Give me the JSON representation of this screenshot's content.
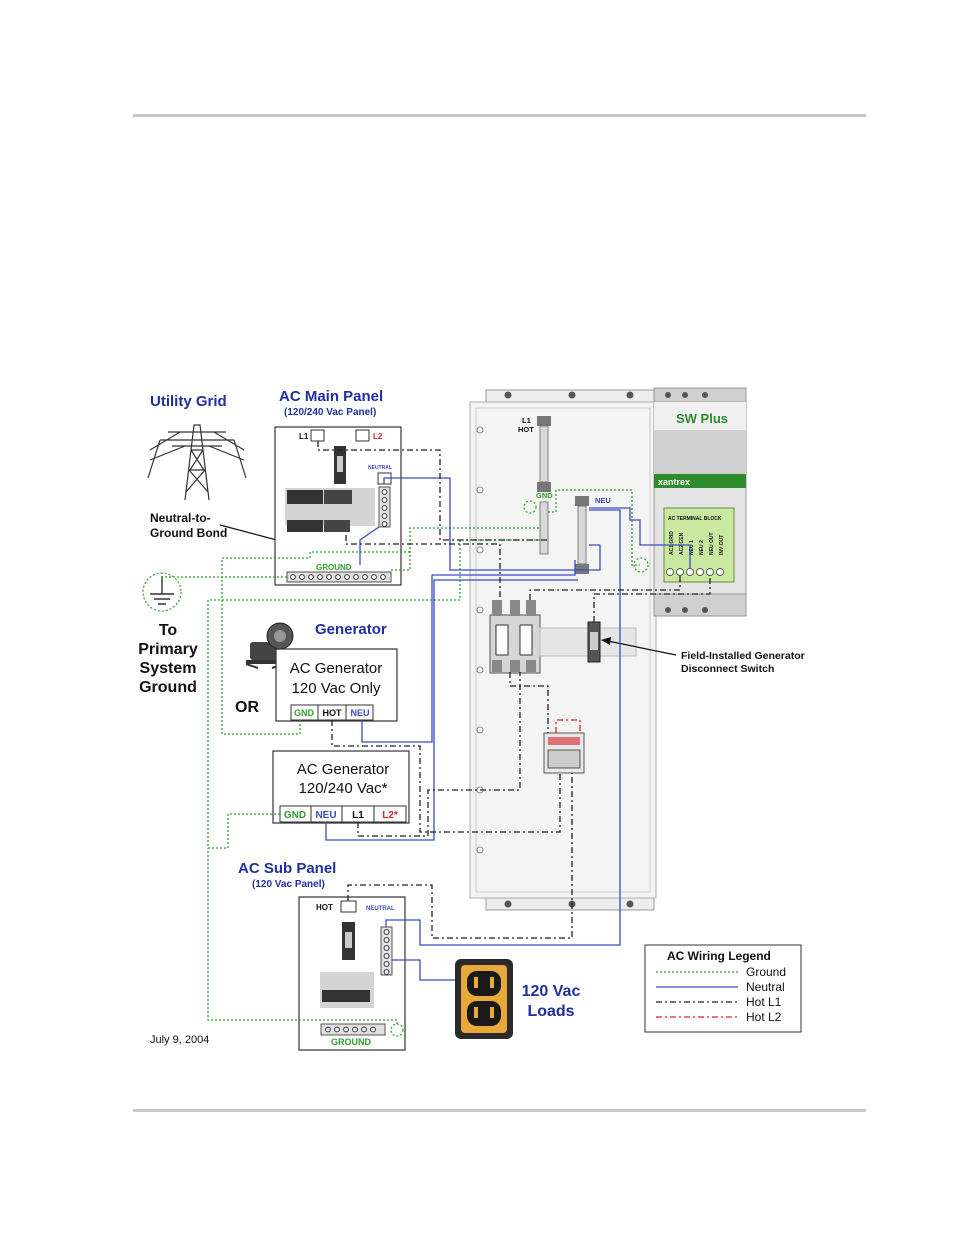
{
  "colors": {
    "ground": "#2e9e2e",
    "neutral": "#3b4cc0",
    "hot_l1": "#222222",
    "hot_l2": "#d9232a",
    "title_blue": "#1f2fa0",
    "brand_green": "#2e8b2e"
  },
  "labels": {
    "utility_grid": "Utility Grid",
    "main_panel_title": "AC Main Panel",
    "main_panel_sub": "(120/240 Vac Panel)",
    "l1": "L1",
    "l2": "L2",
    "neutral_small": "NEUTRAL",
    "ground": "GROUND",
    "bond_line1": "Neutral-to-",
    "bond_line2": "Ground Bond",
    "to_line1": "To",
    "to_line2": "Primary",
    "to_line3": "System",
    "to_line4": "Ground",
    "generator_title": "Generator",
    "gen1_line1": "AC Generator",
    "gen1_line2": "120 Vac Only",
    "or": "OR",
    "gnd": "GND",
    "hot": "HOT",
    "neu": "NEU",
    "gen2_line1": "AC Generator",
    "gen2_line2": "120/240 Vac*",
    "gen2_l1": "L1",
    "gen2_l2": "L2*",
    "sub_panel_title": "AC Sub Panel",
    "sub_panel_sub": "(120 Vac Panel)",
    "sub_hot": "HOT",
    "sub_neutral": "NEUTRAL",
    "sub_ground": "GROUND",
    "loads_line1": "120 Vac",
    "loads_line2": "Loads",
    "date": "July 9, 2004",
    "inv_l1_hot_1": "L1",
    "inv_l1_hot_2": "HOT",
    "inv_gnd": "GND",
    "inv_neu": "NEU",
    "sw_plus": "SW Plus",
    "xantrex": "xantrex",
    "terminal_block": "AC TERMINAL BLOCK",
    "terminals": [
      "AC1 GRID",
      "AC2 GEN",
      "NEU 1",
      "NEU 2",
      "NEU OUT",
      "INV OUT"
    ],
    "disconnect_line1": "Field-Installed Generator",
    "disconnect_line2": "Disconnect Switch"
  },
  "legend": {
    "title": "AC Wiring Legend",
    "items": [
      {
        "label": "Ground",
        "color": "#2e9e2e",
        "dash": "2,2"
      },
      {
        "label": "Neutral",
        "color": "#3b4cc0",
        "dash": ""
      },
      {
        "label": "Hot L1",
        "color": "#222222",
        "dash": "6,3,2,3"
      },
      {
        "label": "Hot L2",
        "color": "#d9232a",
        "dash": "6,3,2,3"
      }
    ]
  }
}
